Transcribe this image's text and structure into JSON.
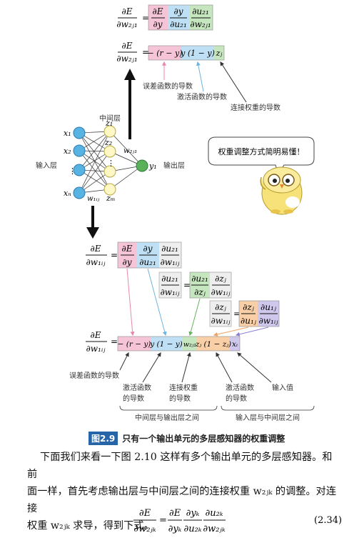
{
  "figure": {
    "top": {
      "lhs1": {
        "num": "∂E",
        "den": "∂w₂ⱼ₁"
      },
      "factors1": [
        {
          "num": "∂E",
          "den": "∂y",
          "color": "#f6c4d7"
        },
        {
          "num": "∂y",
          "den": "∂u₂₁",
          "color": "#bfe0f4"
        },
        {
          "num": "∂u₂₁",
          "den": "∂w₂ⱼ₁",
          "color": "#c6e6bf"
        }
      ],
      "lhs2": {
        "num": "∂E",
        "den": "∂w₂ⱼ₁"
      },
      "terms2": [
        {
          "text": "− (r − y)",
          "color": "#f6c4d7"
        },
        {
          "text": "y (1 − y)",
          "color": "#bfe0f4"
        },
        {
          "text": "zⱼ",
          "color": "#c6e6bf"
        }
      ],
      "labels": [
        "误差函数的导数",
        "激活函数的导数",
        "连接权重的导数"
      ]
    },
    "network": {
      "inputs": [
        "x₁",
        "x₂",
        "⋮",
        "xₙ"
      ],
      "hidden": [
        "z₁",
        "z₂",
        "⋮",
        "zₘ"
      ],
      "output": "y₁",
      "hidden_layer_label": "中间层",
      "input_layer_label": "输入层",
      "output_layer_label": "输出层",
      "w2_label": "w₂ⱼ₁",
      "w1_label": "w₁ᵢⱼ"
    },
    "owl": {
      "speech": "权重调整方式简明易懂！"
    },
    "bottom": {
      "lhs1": {
        "num": "∂E",
        "den": "∂w₁ᵢⱼ"
      },
      "factors1": [
        {
          "num": "∂E",
          "den": "∂y",
          "color": "#f6c4d7"
        },
        {
          "num": "∂y",
          "den": "∂u₂₁",
          "color": "#bfe0f4"
        },
        {
          "num": "∂u₂₁",
          "den": "∂w₁ᵢⱼ",
          "color": "#eeeeee"
        }
      ],
      "row2_lhs": {
        "num": "∂u₂₁",
        "den": "∂w₁ᵢⱼ"
      },
      "row2_factors": [
        {
          "num": "∂u₂₁",
          "den": "∂zⱼ",
          "color": "#c6e6bf"
        },
        {
          "num": "∂zⱼ",
          "den": "∂w₁ᵢⱼ",
          "color": "#eeeeee"
        }
      ],
      "row3_lhs": {
        "num": "∂zⱼ",
        "den": "∂w₁ᵢⱼ"
      },
      "row3_factors": [
        {
          "num": "∂zⱼ",
          "den": "∂u₁ⱼ",
          "color": "#f9cfa8"
        },
        {
          "num": "∂u₁ⱼ",
          "den": "∂w₁ᵢⱼ",
          "color": "#cfc8ec"
        }
      ],
      "final_lhs": {
        "num": "∂E",
        "den": "∂w₁ᵢⱼ"
      },
      "final_terms": [
        {
          "text": "− (r − y)",
          "color": "#f6c4d7"
        },
        {
          "text": "y (1 − y)",
          "color": "#bfe0f4"
        },
        {
          "text": "w₂ⱼ₁",
          "color": "#c6e6bf"
        },
        {
          "text": "zⱼ (1 − zⱼ)",
          "color": "#f9cfa8"
        },
        {
          "text": "xᵢ",
          "color": "#cfc8ec"
        }
      ],
      "labels": {
        "err": "误差函数的导数",
        "act1_a": "激活函数",
        "act1_b": "的导数",
        "weight_a": "连接权重",
        "weight_b": "的导数",
        "act2_a": "激活函数",
        "act2_b": "的导数",
        "input": "输入值",
        "group1": "中间层与输出层之间",
        "group2": "输入层与中间层之间"
      }
    }
  },
  "caption": {
    "badge": "图2.9",
    "text": "只有一个输出单元的多层感知器的权重调整"
  },
  "paragraph": {
    "line1": "下面我们来看一下图 2.10 这样有多个输出单元的多层感知器。和前",
    "line2": "面一样，首先考虑输出层与中间层之间的连接权重 w₂ⱼₖ 的调整。对连接",
    "line3": "权重 w₂ⱼₖ 求导，得到下式。"
  },
  "equation": {
    "lhs_num": "∂E",
    "lhs_den": "∂w₂ⱼₖ",
    "f1_num": "∂E",
    "f1_den": "∂yₖ",
    "f2_num": "∂yₖ",
    "f2_den": "∂u₂ₖ",
    "f3_num": "∂u₂ₖ",
    "f3_den": "∂w₂ⱼₖ",
    "number": "(2.34)"
  }
}
